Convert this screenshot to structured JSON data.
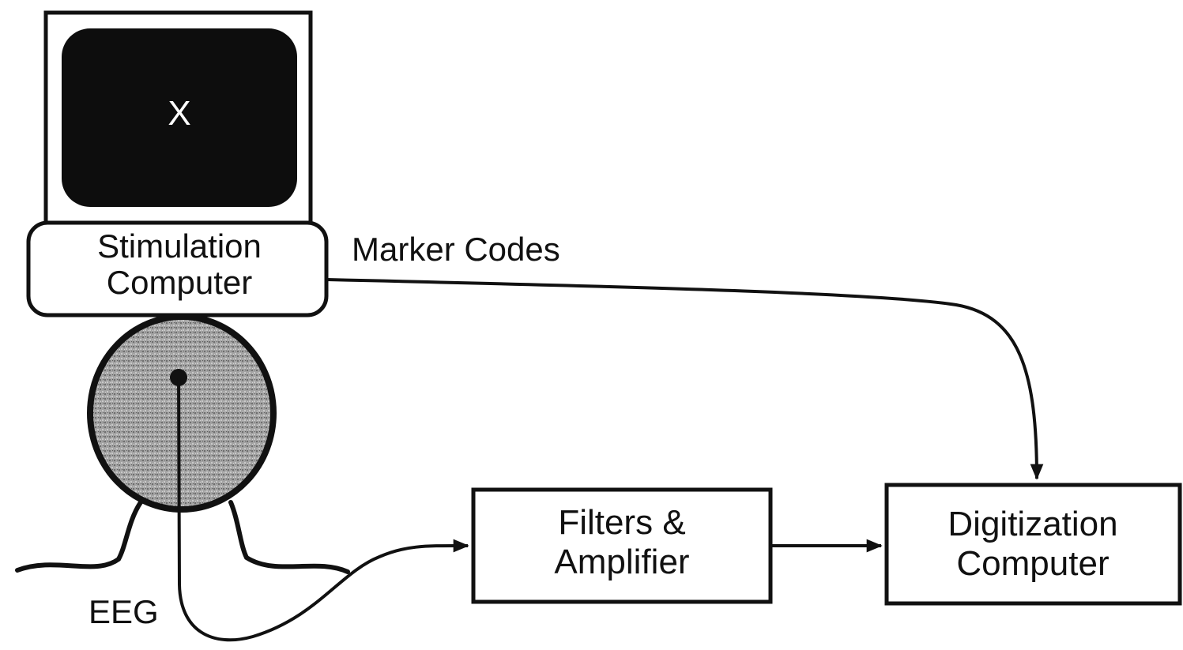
{
  "diagram": {
    "screen_symbol": "X",
    "stimulation_computer": {
      "line1": "Stimulation",
      "line2": "Computer"
    },
    "marker_codes_label": "Marker Codes",
    "eeg_label": "EEG",
    "filters_amplifier": {
      "line1": "Filters &",
      "line2": "Amplifier"
    },
    "digitization_computer": {
      "line1": "Digitization",
      "line2": "Computer"
    },
    "icons": [
      "monitor-icon",
      "head-icon",
      "electrode-icon"
    ],
    "colors": {
      "ink": "#111111",
      "screen": "#0d0d0d",
      "head_fill": "#9a9a9a",
      "background": "#ffffff"
    }
  }
}
